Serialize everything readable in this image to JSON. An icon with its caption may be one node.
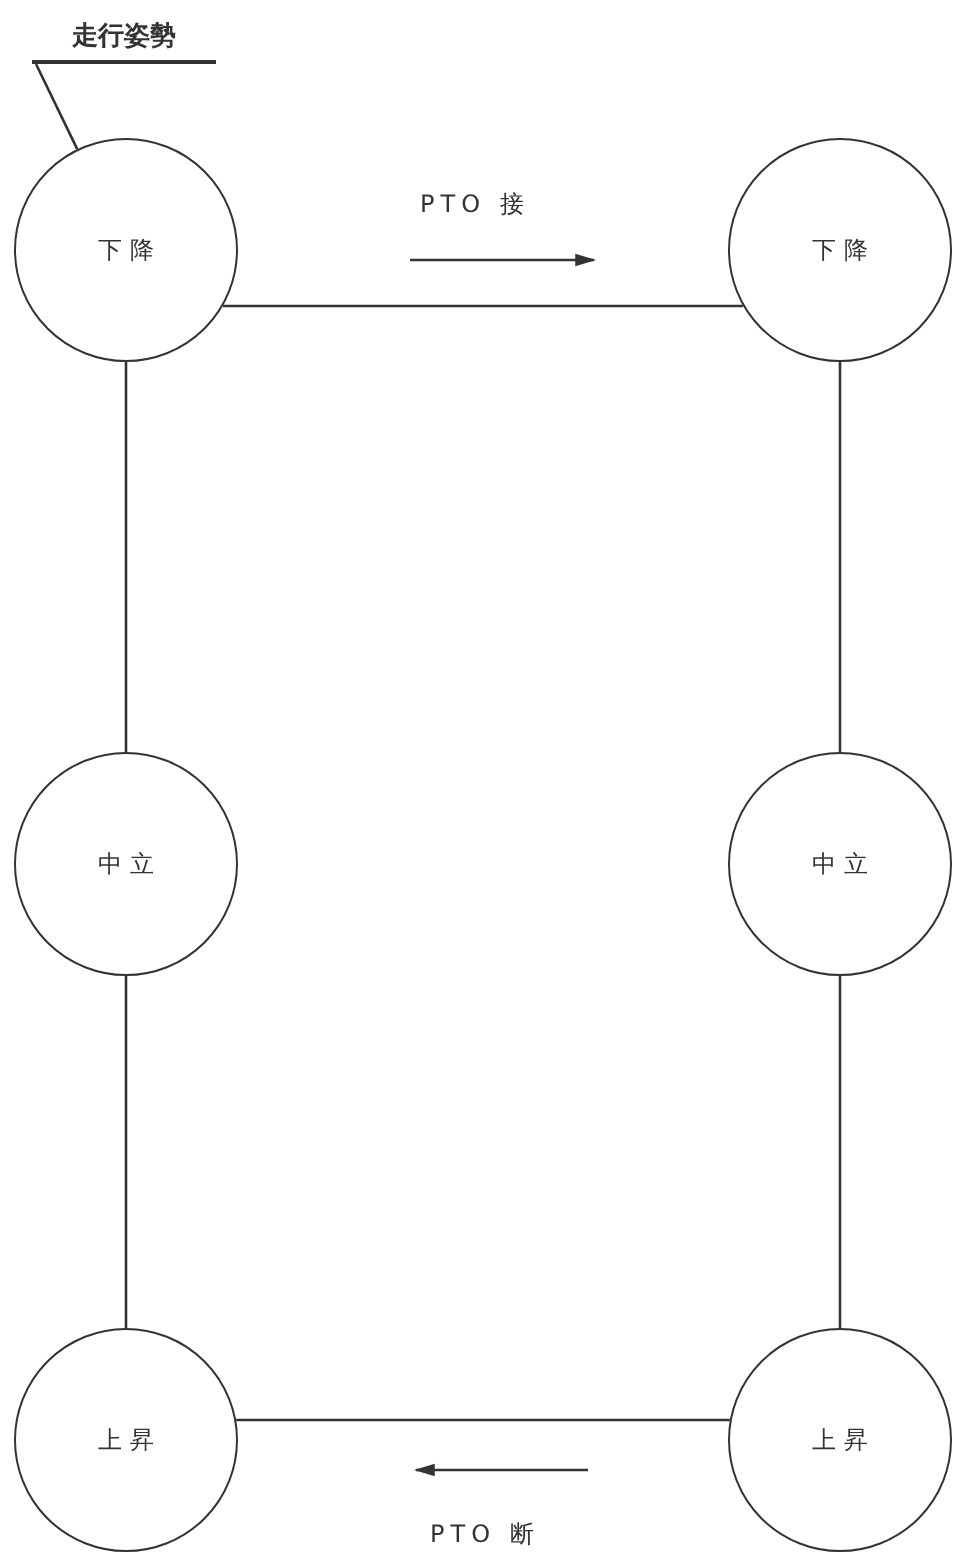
{
  "diagram": {
    "nodes": [
      {
        "text": [
          "走行姿勢"
        ]
      },
      {
        "text": [
          "下 降"
        ]
      },
      {
        "text": [
          "下 降"
        ]
      },
      {
        "text": [
          "中 立"
        ]
      },
      {
        "text": [
          "中 立"
        ]
      },
      {
        "text": [
          "上 昇"
        ]
      },
      {
        "text": [
          "上 昇"
        ]
      }
    ],
    "edges": [
      {
        "from": 0,
        "to": 1,
        "arrow": "none"
      },
      {
        "from": 1,
        "to": 2,
        "arrow": "none"
      },
      {
        "from": 1,
        "to": 3,
        "arrow": "none"
      },
      {
        "from": 2,
        "to": 4,
        "arrow": "none"
      },
      {
        "from": 3,
        "to": 5,
        "arrow": "none"
      },
      {
        "from": 4,
        "to": 6,
        "arrow": "none"
      },
      {
        "from": 5,
        "to": 6,
        "arrow": "none"
      }
    ],
    "labels": [
      "PTO 接",
      "PTO 断"
    ]
  }
}
